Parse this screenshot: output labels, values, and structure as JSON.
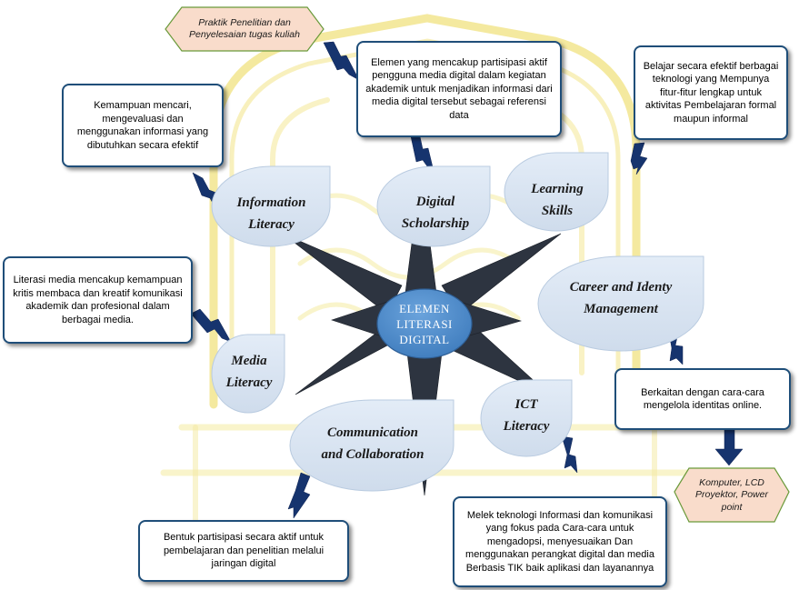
{
  "center": {
    "lines": [
      "ELEMEN",
      "LITERASI",
      "DIGITAL"
    ]
  },
  "topics": {
    "information_literacy": {
      "line1": "Information",
      "line2": "Literacy"
    },
    "digital_scholarship": {
      "line1": "Digital",
      "line2": "Scholarship"
    },
    "learning_skills": {
      "line1": "Learning",
      "line2": "Skills"
    },
    "career_identity": {
      "line1": "Career and Identy",
      "line2": "Management"
    },
    "media_literacy": {
      "line1": "Media",
      "line2": "Literacy"
    },
    "communication": {
      "line1": "Communication",
      "line2": "and Collaboration"
    },
    "ict_literacy": {
      "line1": "ICT",
      "line2": "Literacy"
    }
  },
  "descriptions": {
    "information_literacy": "Kemampuan mencari, mengevaluasi dan menggunakan informasi yang dibutuhkan secara efektif",
    "digital_scholarship": "Elemen yang mencakup partisipasi aktif pengguna media digital dalam kegiatan akademik untuk menjadikan informasi dari media digital tersebut sebagai referensi data",
    "learning_skills": "Belajar secara efektif berbagai teknologi yang Mempunya fitur-fitur lengkap untuk aktivitas Pembelajaran formal maupun informal",
    "media_literacy": "Literasi media mencakup kemampuan kritis membaca dan kreatif komunikasi akademik dan profesional dalam berbagai media.",
    "career_identity": "Berkaitan dengan cara-cara mengelola identitas online.",
    "communication": "Bentuk partisipasi secara aktif untuk pembelajaran dan penelitian melalui jaringan digital",
    "ict_literacy": "Melek teknologi Informasi dan  komunikasi yang fokus pada Cara-cara untuk mengadopsi, menyesuaikan Dan menggunakan perangkat digital dan media Berbasis TIK baik aplikasi dan layanannya"
  },
  "examples": {
    "top": "Praktik Penelitian dan Penyelesaian tugas kuliah",
    "right": "Komputer, LCD Proyektor, Power point"
  },
  "colors": {
    "box_border": "#1f4e79",
    "bubble_fill": "#dbe6f3",
    "center_fill": "#4a86c5",
    "star_fill": "#2d3440",
    "hex_fill": "#f9dccb",
    "hex_border": "#6a9a3a",
    "arrow": "#16346e",
    "watermark": "#f1e27a"
  }
}
